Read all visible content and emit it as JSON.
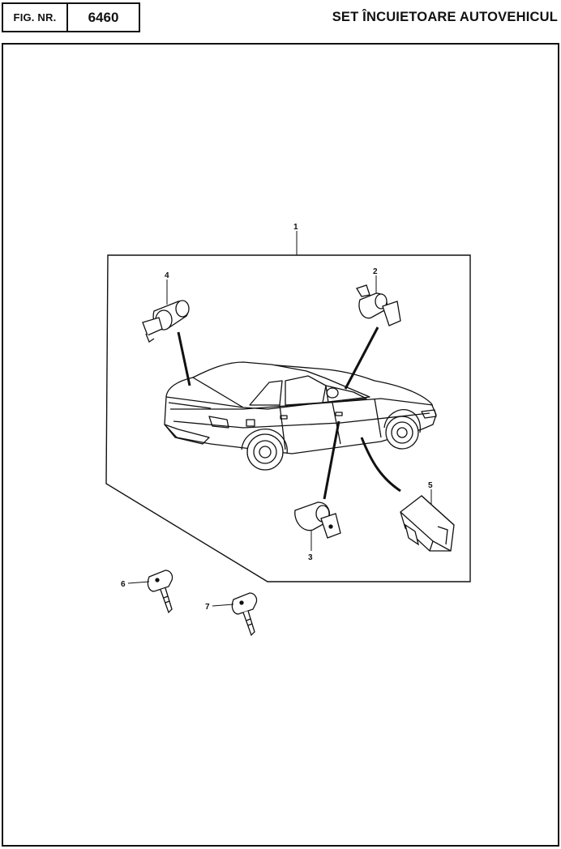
{
  "header": {
    "fig_label": "FIG. NR.",
    "fig_number": "6460",
    "title": "SET ÎNCUIETOARE AUTOVEHICUL"
  },
  "callouts": {
    "assembly": "1",
    "door_lock_right": "2",
    "door_lock_left": "3",
    "trunk_lock": "4",
    "ignition_switch": "5",
    "key_a": "6",
    "key_b": "7"
  },
  "colors": {
    "ink": "#111111",
    "paper": "#ffffff"
  }
}
